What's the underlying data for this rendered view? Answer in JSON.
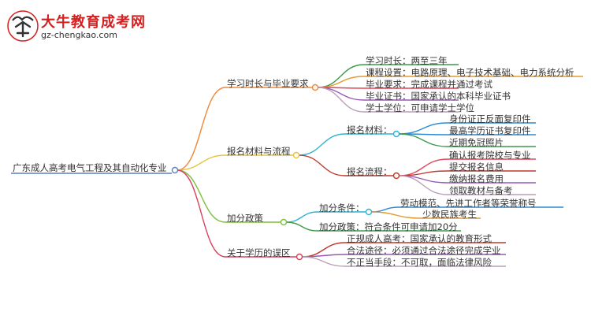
{
  "logo": {
    "title": "大牛教育成考网",
    "subtitle": "gz-chengkao.com"
  },
  "root": "广东成人高考电气工程及其自动化专业",
  "branches": [
    {
      "label": "学习时长与毕业要求",
      "color": "#f0883a",
      "children": [
        {
          "label": "学习时长：两至三年",
          "color": "#3c9a4a"
        },
        {
          "label": "课程设置：电路原理、电子技术基础、电力系统分析",
          "color": "#e39b2e"
        },
        {
          "label": "毕业要求：完成课程并通过考试",
          "color": "#e0465a"
        },
        {
          "label": "毕业证书：国家承认的本科毕业证书",
          "color": "#9b59b6"
        },
        {
          "label": "学士学位：可申请学士学位",
          "color": "#b9a0b8"
        }
      ]
    },
    {
      "label": "报名材料与流程",
      "color": "#e6c43b",
      "children": [
        {
          "label": "报名材料：",
          "color": "#2bb5d1",
          "children": [
            {
              "label": "身份证正反面复印件",
              "color": "#2b8ad1"
            },
            {
              "label": "最高学历证书复印件",
              "color": "#2b8ad1"
            },
            {
              "label": "近期免冠照片",
              "color": "#3c9a4a"
            }
          ]
        },
        {
          "label": "报名流程：",
          "color": "#c0392b",
          "children": [
            {
              "label": "确认报考院校与专业",
              "color": "#e0465a"
            },
            {
              "label": "提交报名信息",
              "color": "#c0392b"
            },
            {
              "label": "缴纳报名费用",
              "color": "#9b59b6"
            },
            {
              "label": "领取教材与备考",
              "color": "#b9a0b8"
            }
          ]
        }
      ]
    },
    {
      "label": "加分政策",
      "color": "#7bbf3c",
      "children": [
        {
          "label": "加分条件：",
          "color": "#2bb5d1",
          "children": [
            {
              "label": "劳动模范、先进工作者等荣誉称号",
              "color": "#2b8ad1"
            },
            {
              "label": "少数民族考生",
              "color": "#e39b2e"
            }
          ]
        },
        {
          "label": "加分政策：符合条件可申请加20分",
          "color": "#3c9a4a"
        }
      ]
    },
    {
      "label": "关于学历的误区",
      "color": "#d9405a",
      "children": [
        {
          "label": "正规成人高考：国家承认的教育形式",
          "color": "#c0392b"
        },
        {
          "label": "合法途径：必须通过合法途径完成学业",
          "color": "#9b59b6"
        },
        {
          "label": "不正当手段：不可取，面临法律风险",
          "color": "#b9a0b8"
        }
      ]
    }
  ]
}
